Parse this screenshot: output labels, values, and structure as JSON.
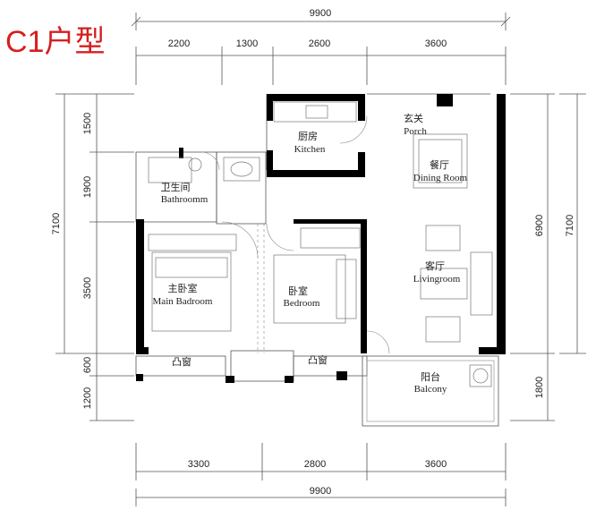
{
  "title": "C1户型",
  "dimensions": {
    "top_total": "9900",
    "top_segments": [
      "2200",
      "1300",
      "2600",
      "3600"
    ],
    "bottom_segments": [
      "3300",
      "2800",
      "3600"
    ],
    "bottom_total": "9900",
    "left_segments": [
      "1500",
      "1900",
      "3500",
      "600",
      "1200"
    ],
    "left_total": "7100",
    "right_segments": [
      "6900",
      "1800"
    ],
    "right_total": "7100"
  },
  "rooms": {
    "kitchen": {
      "cn": "厨房",
      "en": "Kitchen"
    },
    "porch": {
      "cn": "玄关",
      "en": "Porch"
    },
    "dining": {
      "cn": "餐厅",
      "en": "Dining Room"
    },
    "bathroom": {
      "cn": "卫生间",
      "en": "Bathroomm"
    },
    "master": {
      "cn": "主卧室",
      "en": "Main Badroom"
    },
    "bedroom": {
      "cn": "卧室",
      "en": "Bedroom"
    },
    "living": {
      "cn": "客厅",
      "en": "Livingroom"
    },
    "bay1": {
      "cn": "凸窗"
    },
    "bay2": {
      "cn": "凸窗"
    },
    "balcony": {
      "cn": "阳台",
      "en": "Balcony"
    }
  },
  "colors": {
    "title": "#d61f1f",
    "wall": "#000000",
    "line": "#555555"
  }
}
